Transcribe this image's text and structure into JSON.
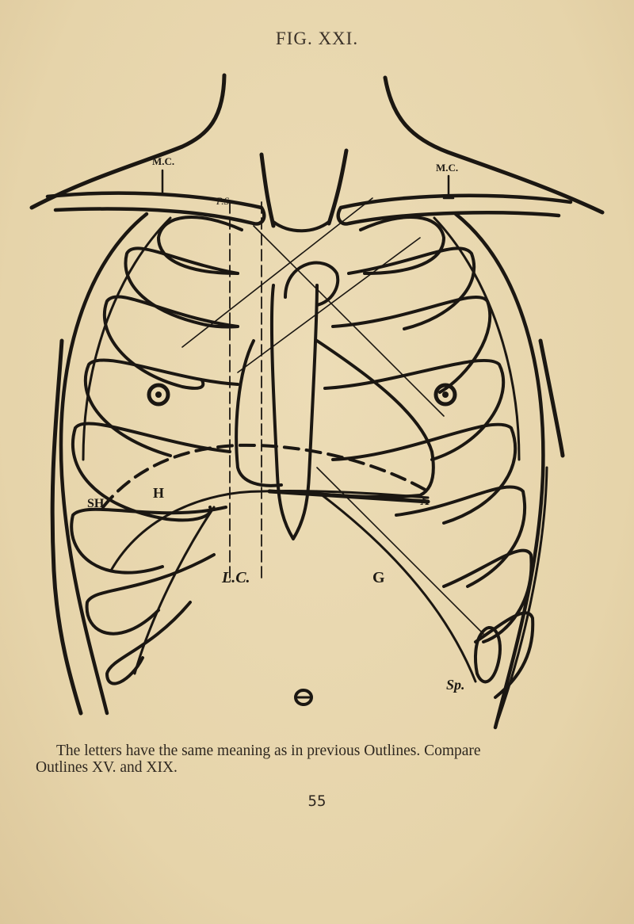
{
  "figure": {
    "title": "FIG. XXI."
  },
  "labels": {
    "mc_left": "M.C.",
    "mc_right": "M.C.",
    "ps": "P.S.",
    "sh": "SH",
    "h": "H",
    "lc": "L.C.",
    "g": "G",
    "x": "X",
    "sp": "Sp."
  },
  "caption": {
    "line1": "The letters have the same meaning as in previous Outlines.  Compare",
    "line2": "Outlines XV. and XIX."
  },
  "page_number": "55"
}
